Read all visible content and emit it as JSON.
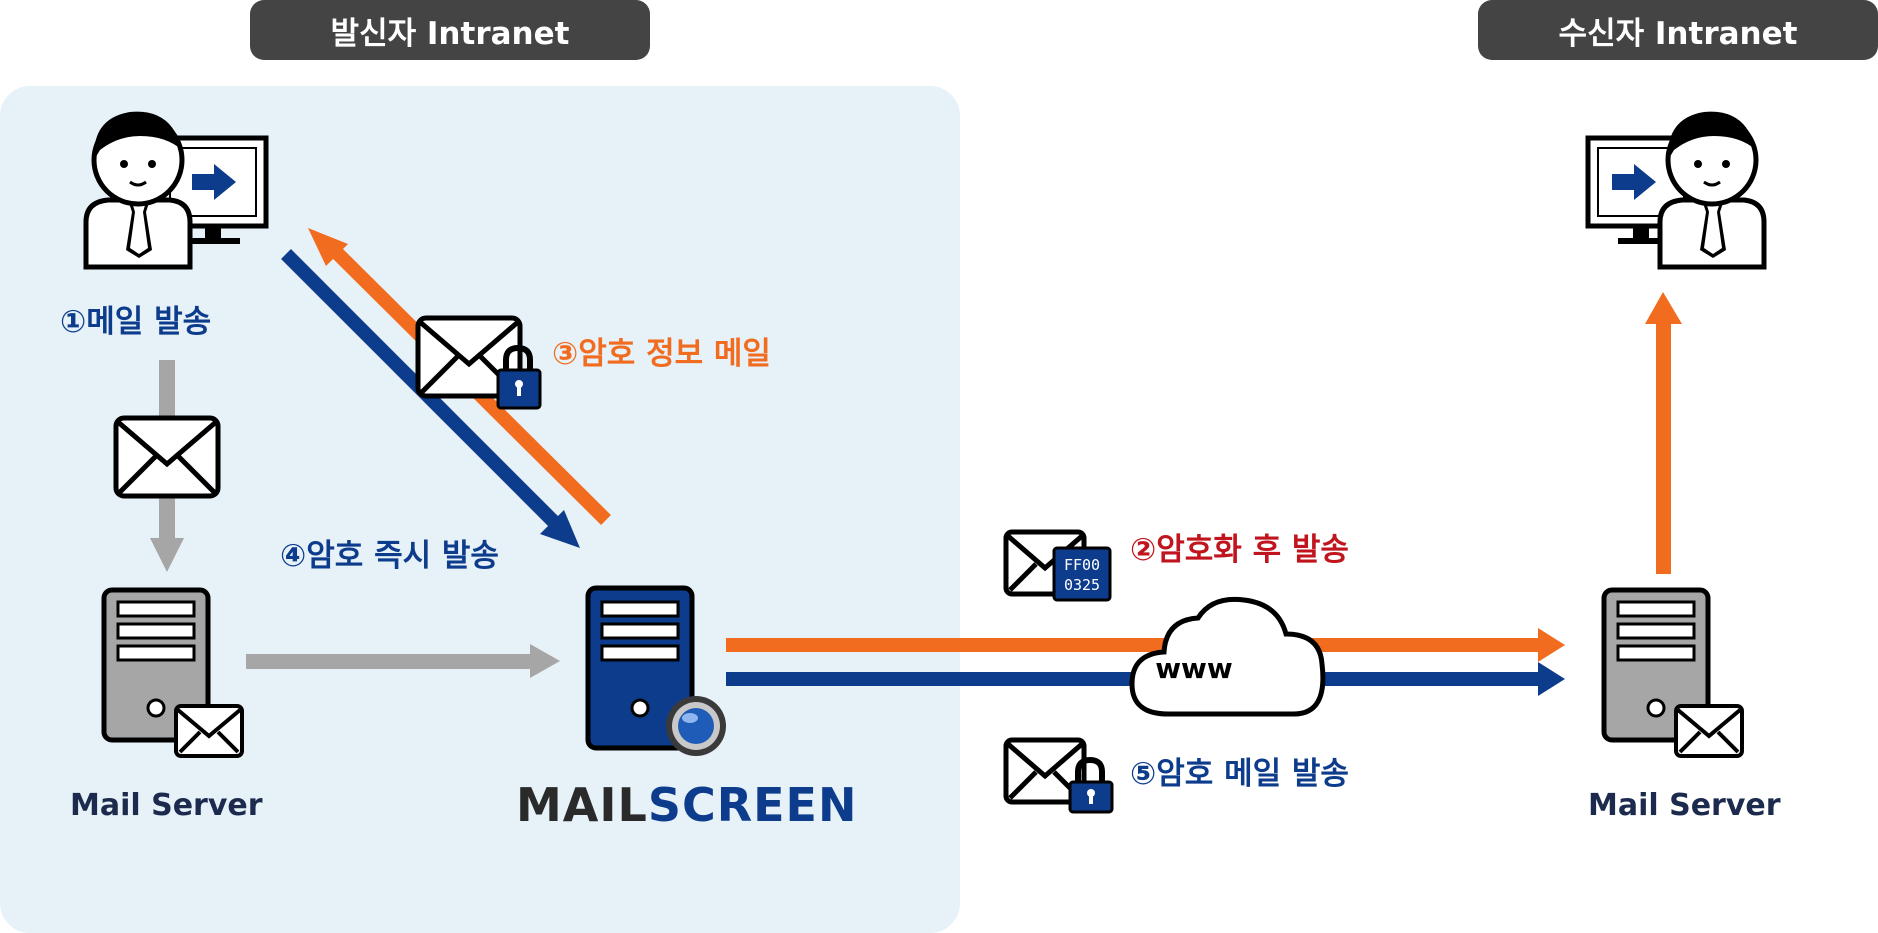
{
  "zones": {
    "sender_title": "발신자 Intranet",
    "receiver_title": "수신자 Intranet"
  },
  "steps": {
    "s1": "①메일 발송",
    "s2": "②암호화 후 발송",
    "s3": "③암호 정보 메일",
    "s4": "④암호 즉시 발송",
    "s5": "⑤암호 메일 발송"
  },
  "nodes": {
    "sender_mail_server": "Mail Server",
    "receiver_mail_server": "Mail Server",
    "cloud_label": "www",
    "hex_top": "FF00",
    "hex_bottom": "0325"
  },
  "brand": {
    "part1": "MAIL",
    "part2": "SCREEN"
  },
  "colors": {
    "blue": "#0d3c8c",
    "orange": "#f26c1f",
    "red": "#c0141e",
    "gray_arrow": "#a6a6a6",
    "zone_bg": "#e6f1f8",
    "pill_bg": "#444444"
  }
}
